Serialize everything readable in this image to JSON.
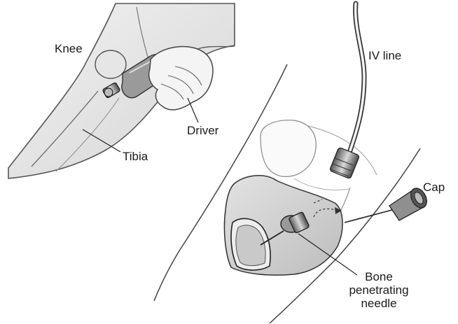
{
  "labels": {
    "knee": "Knee",
    "driver": "Driver",
    "tibia": "Tibia",
    "iv_line": "IV line",
    "cap": "Cap",
    "needle": [
      "Bone",
      "penetrating",
      "needle"
    ]
  }
}
